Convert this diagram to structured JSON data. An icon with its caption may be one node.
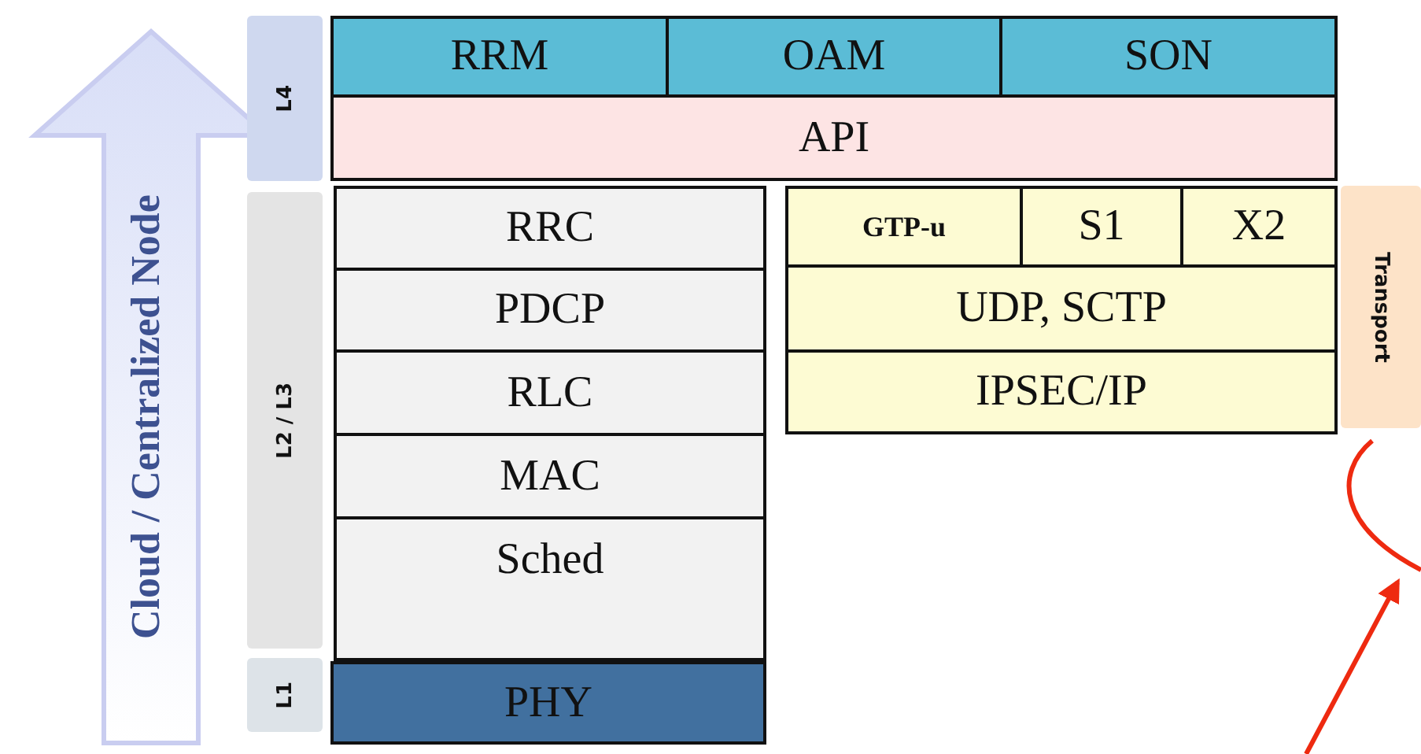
{
  "diagram": {
    "nodes": [
      {
        "text": [
          "L4"
        ]
      },
      {
        "text": [
          "RRM"
        ]
      },
      {
        "text": [
          "OAM"
        ]
      },
      {
        "text": [
          "SON"
        ]
      },
      {
        "text": [
          "API"
        ]
      },
      {
        "text": [
          "L2 / L3"
        ]
      },
      {
        "text": [
          "RRC"
        ]
      },
      {
        "text": [
          "PDCP"
        ]
      },
      {
        "text": [
          "RLC"
        ]
      },
      {
        "text": [
          "MAC"
        ]
      },
      {
        "text": [
          "Sched"
        ]
      },
      {
        "text": [
          "GTP-u"
        ]
      },
      {
        "text": [
          "S1"
        ]
      },
      {
        "text": [
          "X2"
        ]
      },
      {
        "text": [
          "UDP, SCTP"
        ]
      },
      {
        "text": [
          "IPSEC/IP"
        ]
      },
      {
        "text": [
          "Transport"
        ]
      },
      {
        "text": [
          "L1"
        ]
      },
      {
        "text": [
          "PHY"
        ]
      }
    ],
    "labels": [
      "Cloud / Centralized Node"
    ]
  }
}
